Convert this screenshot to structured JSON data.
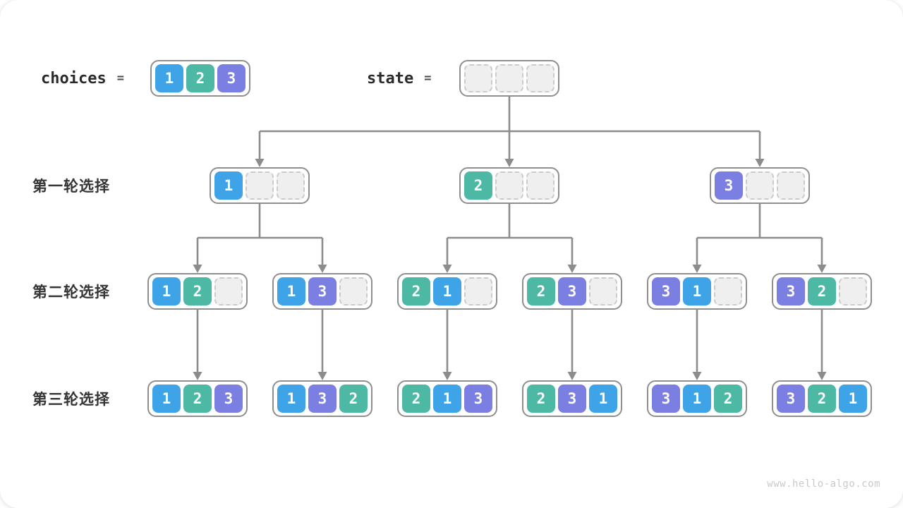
{
  "palette": {
    "blue": "#3FA3E8",
    "teal": "#4DB8A4",
    "purple": "#7A7FE1",
    "empty_fill": "#EFEFEF",
    "empty_border": "#CBCBCB",
    "connector_line": "#8C8C8C",
    "node_border": "#8F8F8F"
  },
  "header": {
    "choices_label": "choices",
    "state_label": "state",
    "equals": "=",
    "choices": {
      "cells": [
        {
          "v": "1",
          "c": "blue"
        },
        {
          "v": "2",
          "c": "teal"
        },
        {
          "v": "3",
          "c": "purple"
        }
      ]
    },
    "state": {
      "cells": [
        {
          "v": "",
          "c": "empty"
        },
        {
          "v": "",
          "c": "empty"
        },
        {
          "v": "",
          "c": "empty"
        }
      ]
    }
  },
  "rows": [
    {
      "label": "第一轮选择"
    },
    {
      "label": "第二轮选择"
    },
    {
      "label": "第三轮选择"
    }
  ],
  "levels": {
    "l1": [
      {
        "cells": [
          {
            "v": "1",
            "c": "blue"
          },
          {
            "v": "",
            "c": "empty"
          },
          {
            "v": "",
            "c": "empty"
          }
        ]
      },
      {
        "cells": [
          {
            "v": "2",
            "c": "teal"
          },
          {
            "v": "",
            "c": "empty"
          },
          {
            "v": "",
            "c": "empty"
          }
        ]
      },
      {
        "cells": [
          {
            "v": "3",
            "c": "purple"
          },
          {
            "v": "",
            "c": "empty"
          },
          {
            "v": "",
            "c": "empty"
          }
        ]
      }
    ],
    "l2": [
      {
        "cells": [
          {
            "v": "1",
            "c": "blue"
          },
          {
            "v": "2",
            "c": "teal"
          },
          {
            "v": "",
            "c": "empty"
          }
        ]
      },
      {
        "cells": [
          {
            "v": "1",
            "c": "blue"
          },
          {
            "v": "3",
            "c": "purple"
          },
          {
            "v": "",
            "c": "empty"
          }
        ]
      },
      {
        "cells": [
          {
            "v": "2",
            "c": "teal"
          },
          {
            "v": "1",
            "c": "blue"
          },
          {
            "v": "",
            "c": "empty"
          }
        ]
      },
      {
        "cells": [
          {
            "v": "2",
            "c": "teal"
          },
          {
            "v": "3",
            "c": "purple"
          },
          {
            "v": "",
            "c": "empty"
          }
        ]
      },
      {
        "cells": [
          {
            "v": "3",
            "c": "purple"
          },
          {
            "v": "1",
            "c": "blue"
          },
          {
            "v": "",
            "c": "empty"
          }
        ]
      },
      {
        "cells": [
          {
            "v": "3",
            "c": "purple"
          },
          {
            "v": "2",
            "c": "teal"
          },
          {
            "v": "",
            "c": "empty"
          }
        ]
      }
    ],
    "l3": [
      {
        "cells": [
          {
            "v": "1",
            "c": "blue"
          },
          {
            "v": "2",
            "c": "teal"
          },
          {
            "v": "3",
            "c": "purple"
          }
        ]
      },
      {
        "cells": [
          {
            "v": "1",
            "c": "blue"
          },
          {
            "v": "3",
            "c": "purple"
          },
          {
            "v": "2",
            "c": "teal"
          }
        ]
      },
      {
        "cells": [
          {
            "v": "2",
            "c": "teal"
          },
          {
            "v": "1",
            "c": "blue"
          },
          {
            "v": "3",
            "c": "purple"
          }
        ]
      },
      {
        "cells": [
          {
            "v": "2",
            "c": "teal"
          },
          {
            "v": "3",
            "c": "purple"
          },
          {
            "v": "1",
            "c": "blue"
          }
        ]
      },
      {
        "cells": [
          {
            "v": "3",
            "c": "purple"
          },
          {
            "v": "1",
            "c": "blue"
          },
          {
            "v": "2",
            "c": "teal"
          }
        ]
      },
      {
        "cells": [
          {
            "v": "3",
            "c": "purple"
          },
          {
            "v": "2",
            "c": "teal"
          },
          {
            "v": "1",
            "c": "blue"
          }
        ]
      }
    ]
  },
  "watermark": "www.hello-algo.com"
}
